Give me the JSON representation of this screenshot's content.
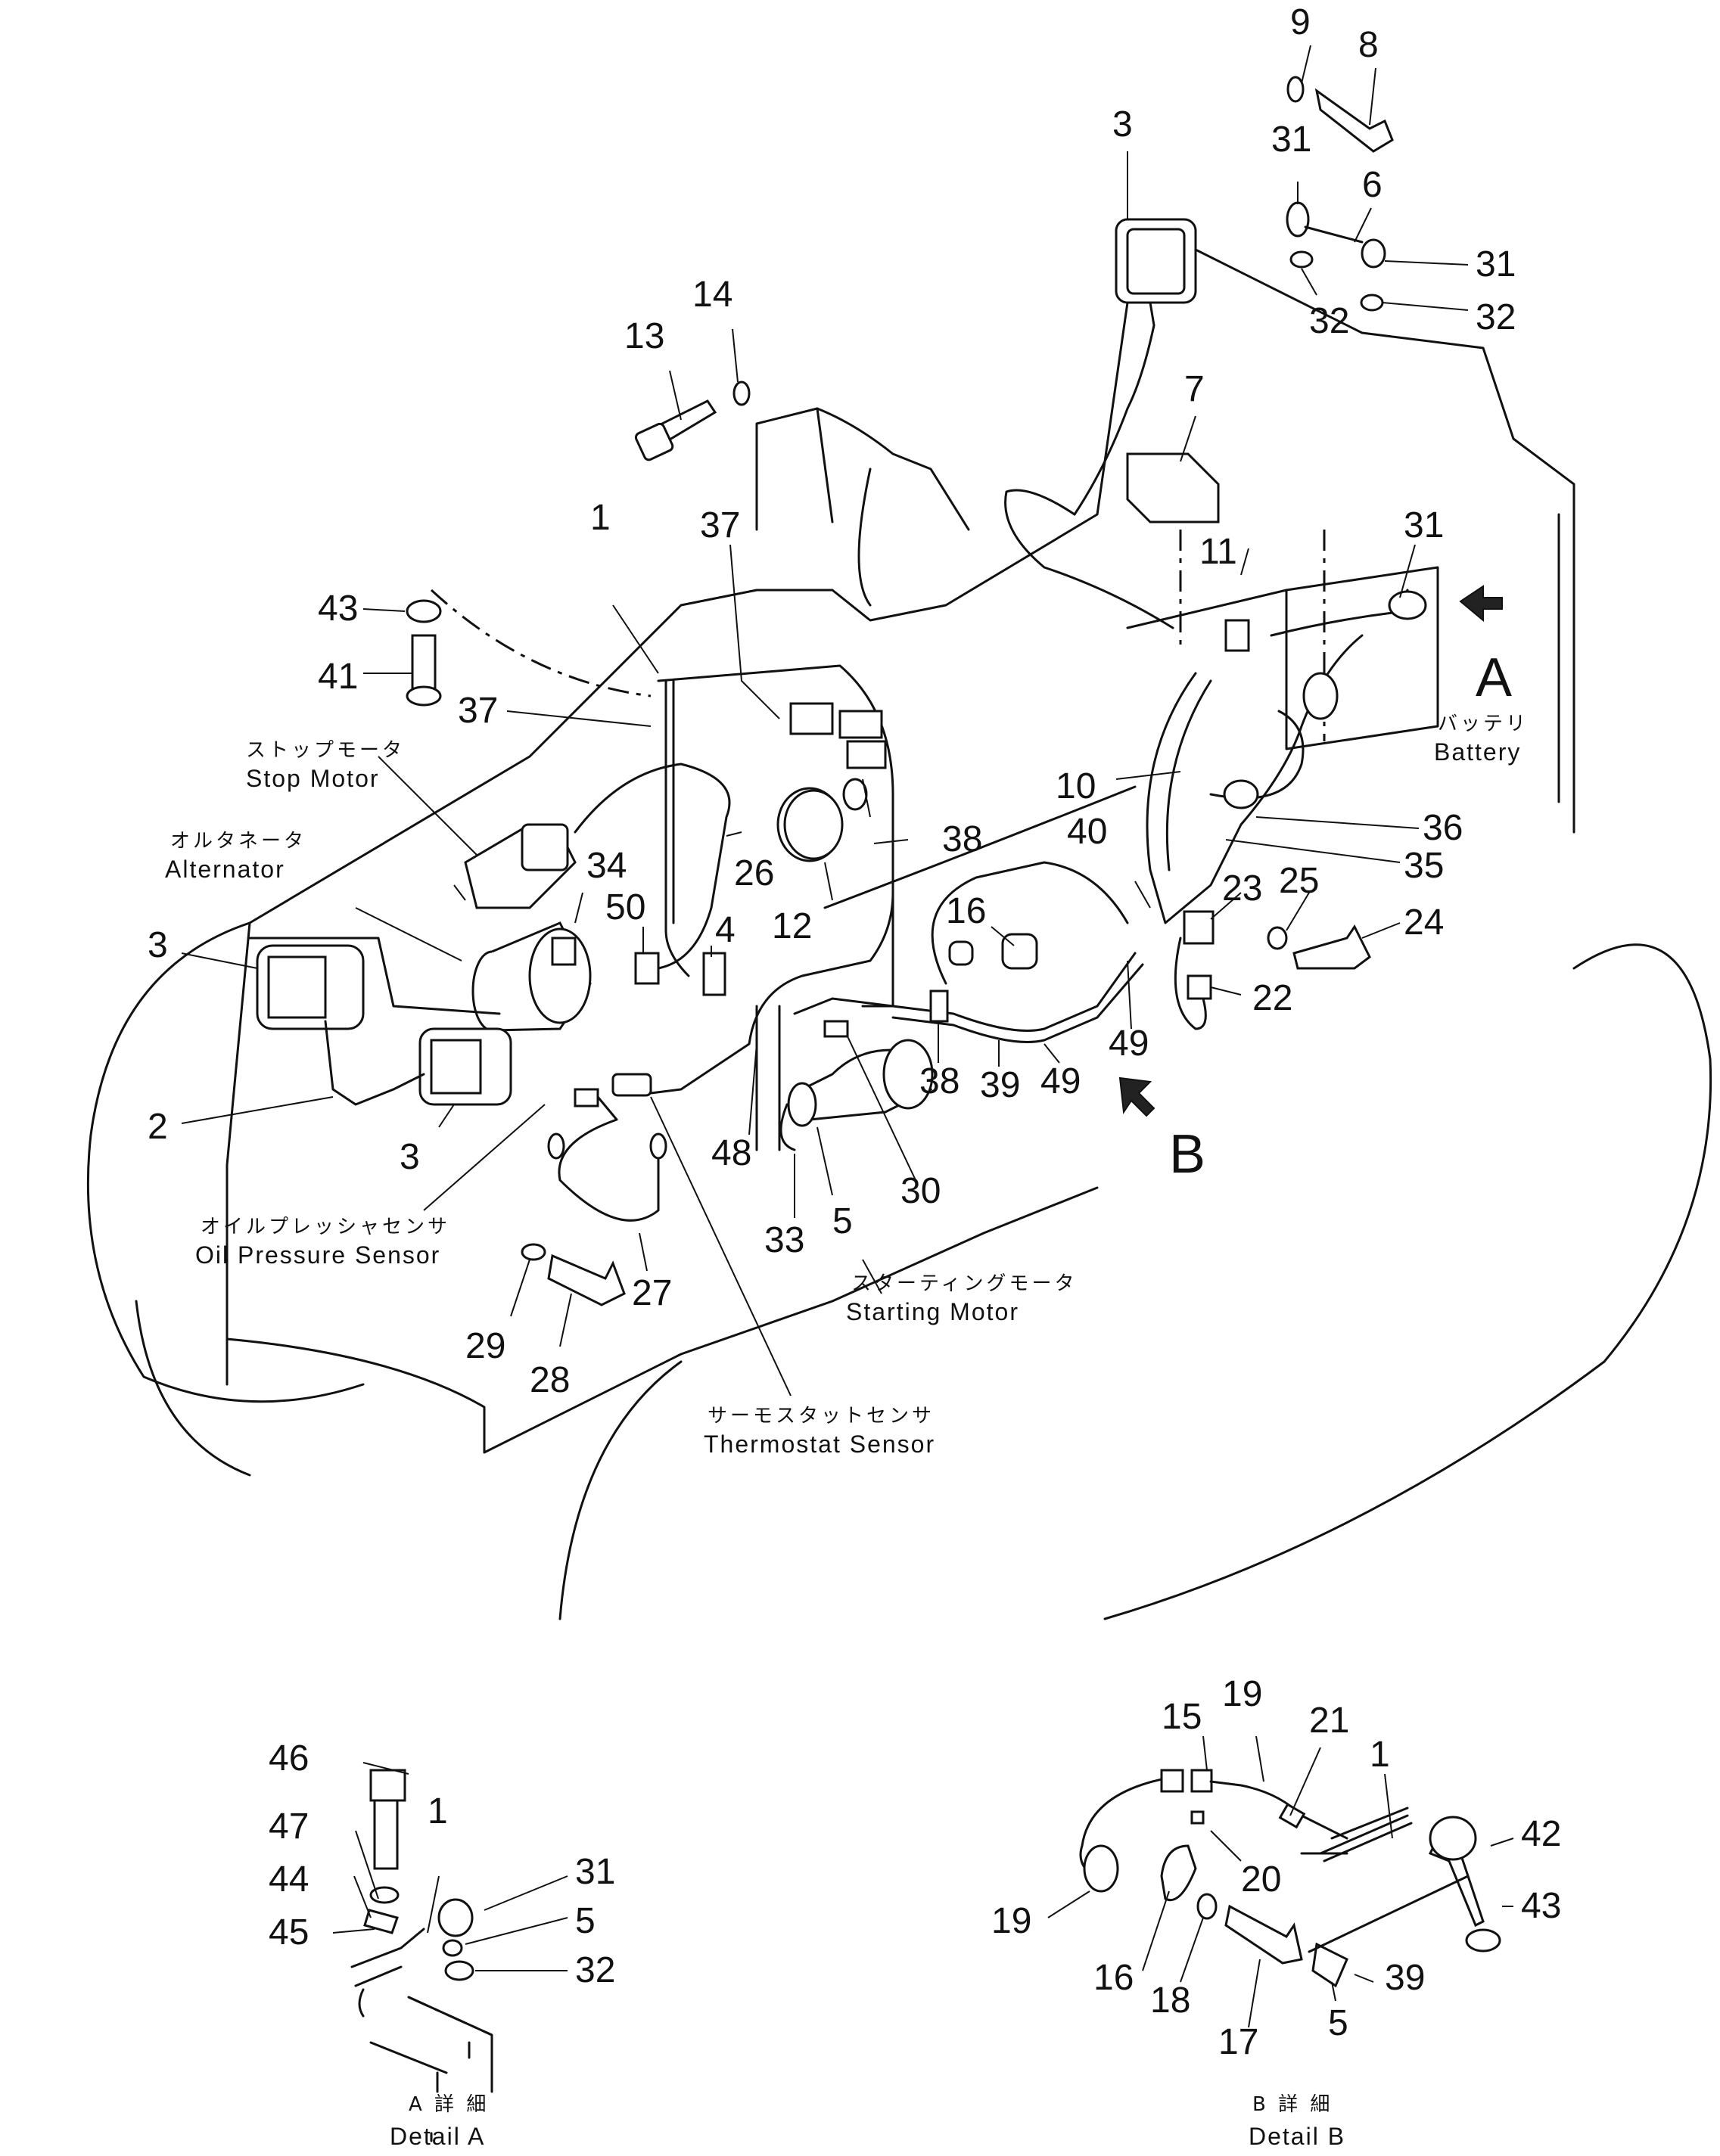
{
  "labels": {
    "stop_motor_jp": "ストップモータ",
    "stop_motor_en": "Stop Motor",
    "alternator_jp": "オルタネータ",
    "alternator_en": "Alternator",
    "oil_pressure_jp": "オイルプレッシャセンサ",
    "oil_pressure_en": "Oil Pressure Sensor",
    "starting_motor_jp": "スターティングモータ",
    "starting_motor_en": "Starting Motor",
    "thermostat_jp": "サーモスタットセンサ",
    "thermostat_en": "Thermostat Sensor",
    "battery_jp": "バッテリ",
    "battery_en": "Battery",
    "view_a": "A",
    "view_b": "B",
    "detail_a_jp": "A 詳 細",
    "detail_a_en": "Detail A",
    "detail_b_jp": "B 詳 細",
    "detail_b_en": "Detail B"
  },
  "callouts": {
    "c9": "9",
    "c8": "8",
    "c3_top": "3",
    "c31_a": "31",
    "c6": "6",
    "c31_b": "31",
    "c32_a": "32",
    "c32_b": "32",
    "c14": "14",
    "c13": "13",
    "c7": "7",
    "c1": "1",
    "c37_a": "37",
    "c31_c": "31",
    "c11": "11",
    "c43": "43",
    "c41": "41",
    "c37_b": "37",
    "c10": "10",
    "c36": "36",
    "c35": "35",
    "c26": "26",
    "c34": "34",
    "c50": "50",
    "c4": "4",
    "c12": "12",
    "c38_a": "38",
    "c40": "40",
    "c23": "23",
    "c25": "25",
    "c24": "24",
    "c16": "16",
    "c22": "22",
    "c3_left": "3",
    "c49_a": "49",
    "c2": "2",
    "c3_mid": "3",
    "c48": "48",
    "c38_b": "38",
    "c39": "39",
    "c49_b": "49",
    "c30": "30",
    "c33": "33",
    "c5": "5",
    "c27": "27",
    "c29": "29",
    "c28": "28",
    "d46": "46",
    "d47": "47",
    "d1_a": "1",
    "d31": "31",
    "d44": "44",
    "d45": "45",
    "d5_a": "5",
    "d32": "32",
    "d15": "15",
    "d19_a": "19",
    "d21": "21",
    "d1_b": "1",
    "d42": "42",
    "d20": "20",
    "d43": "43",
    "d19_b": "19",
    "d16": "16",
    "d18": "18",
    "d17": "17",
    "d39": "39",
    "d5_b": "5"
  }
}
